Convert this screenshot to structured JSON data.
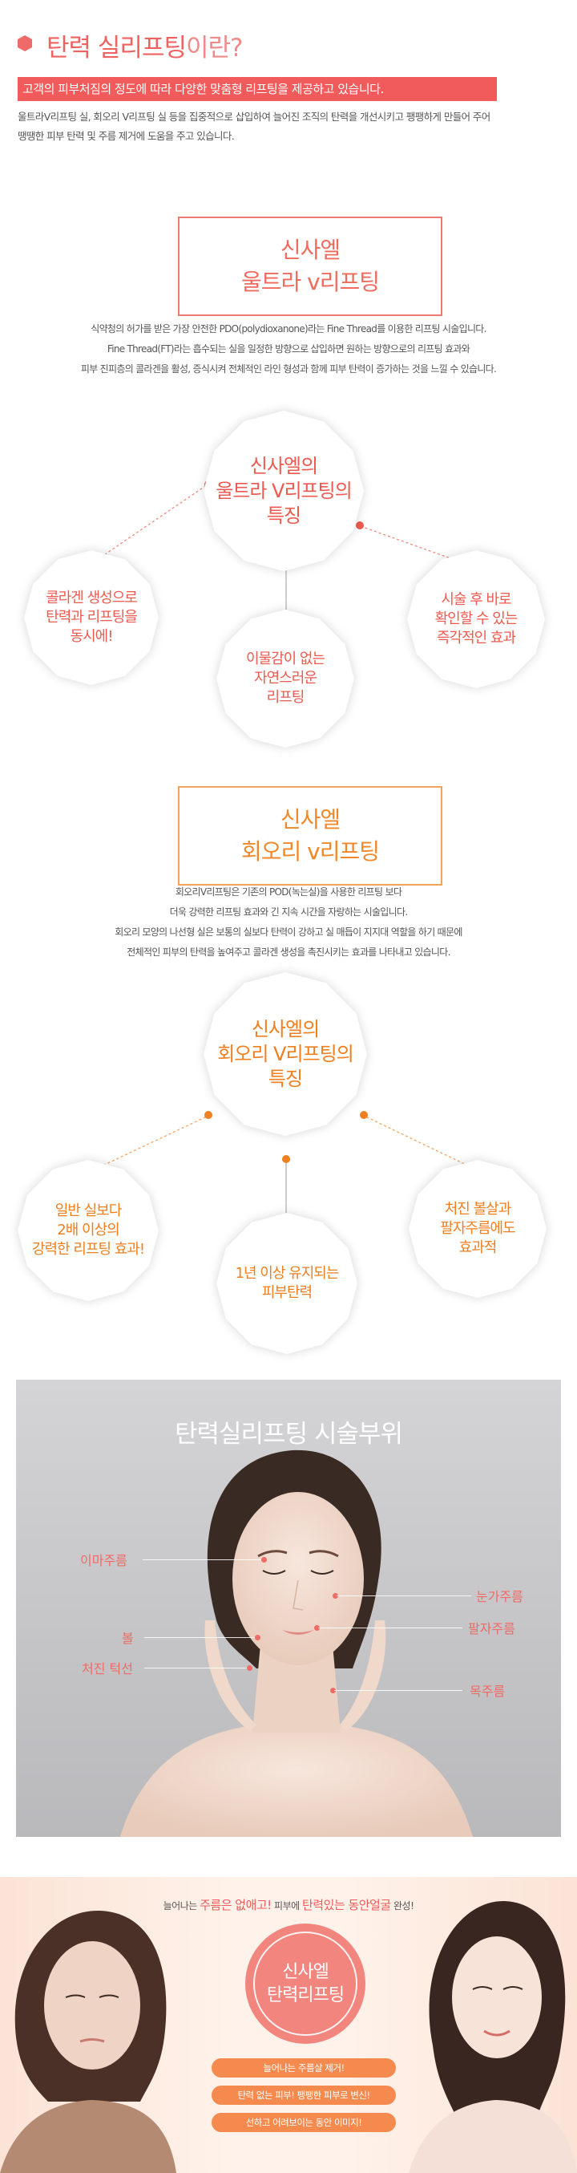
{
  "intro": {
    "title_main": "탄력 실리프팅",
    "title_suffix": "이란?",
    "highlight": "고객의 피부처짐의 정도에 따라 다양한 맞춤형 리프팅을 제공하고 있습니다.",
    "desc": [
      "울트라V리프팅 실, 회오리 V리프팅 실 등을 집중적으로 삽입하여 늘어진 조직의 탄력을 개선시키고 팽팽하게 만들어 주어",
      "땡땡한 피부 탄력 및 주름 제거에 도움을 주고 있습니다."
    ]
  },
  "ultra": {
    "title": [
      "신사엘",
      "울트라 v리프팅"
    ],
    "desc": [
      "식약청의 허가를 받은 가장 안전한 PDO(polydioxanone)라는 Fine Thread를 이용한 리프팅 시술입니다.",
      "Fine Thread(FT)라는 흡수되는 실을 일정한 방향으로 삽입하면 원하는 방향으로의 리프팅 효과와",
      "피부 진피층의 콜라겐을 활성, 증식시켜 전체적인 라인 형성과 함께 피부 탄력이 증가하는 것을 느낄 수 있습니다."
    ],
    "center": [
      "신사엘의",
      "울트라 V리프팅의",
      "특징"
    ],
    "left": [
      "콜라겐 생성으로",
      "탄력과 리프팅을",
      "동시에!"
    ],
    "middle": [
      "이물감이 없는",
      "자연스러운",
      "리프팅"
    ],
    "right": [
      "시술 후 바로",
      "확인할 수 있는",
      "즉각적인 효과"
    ],
    "accent": "#ee5a4f"
  },
  "whirl": {
    "title": [
      "신사엘",
      "회오리 v리프팅"
    ],
    "desc": [
      "회오리V리프팅은 기존의 POD(녹는실)을 사용한 리프팅 보다",
      "더욱 강력한 리프팅 효과와 긴 지속 시간을 자랑하는 시술입니다.",
      "회오리 모양의 나선형 실은 보통의 실보다 탄력이 강하고 실 매듭이 지지대 역할을 하기 때문에",
      "전체적인 피부의 탄력을 높여주고 콜라겐 생성을 촉진시키는 효과를 나타내고 있습니다."
    ],
    "center": [
      "신사엘의",
      "회오리 V리프팅의",
      "특징"
    ],
    "left": [
      "일반 실보다",
      "2배 이상의",
      "강력한 리프팅 효과!"
    ],
    "middle": [
      "1년 이상 유지되는",
      "피부탄력"
    ],
    "right": [
      "처진 볼살과",
      "팔자주름에도",
      "효과적"
    ],
    "accent": "#ef7f1f"
  },
  "area": {
    "title": "탄력실리프팅 시술부위",
    "labels": {
      "forehead": "이마주름",
      "cheek": "볼",
      "jowl": "처진 턱선",
      "eye": "눈가주름",
      "nasolabial": "팔자주름",
      "neck": "목주름"
    }
  },
  "before_after": {
    "line_prefix": "늘어나는",
    "line_hl1": "주름은 없애고!",
    "line_mid": "피부에",
    "line_hl2": "탄력있는 동안얼굴",
    "line_suffix": "완성!",
    "circle": [
      "신사엘",
      "탄력리프팅"
    ],
    "pills": [
      "늘어나는 주름살 제거!",
      "탄력 없는 피부! 팽팽한 피부로 변신!",
      "선하고 어려보이는 동안 이미지!"
    ]
  }
}
